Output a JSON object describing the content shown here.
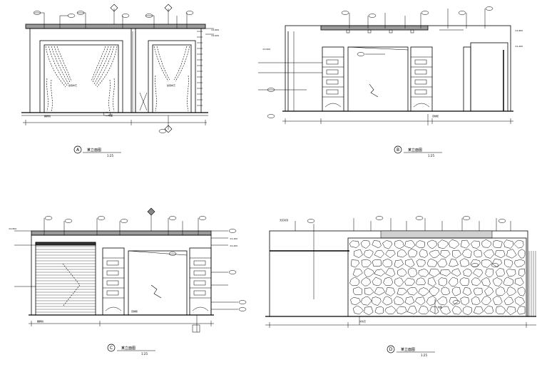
{
  "drawing": {
    "views": [
      {
        "id": "A",
        "title": "某立面图",
        "scale": "1:25"
      },
      {
        "id": "B",
        "title": "某立面图",
        "scale": "1:25"
      },
      {
        "id": "C",
        "title": "某立面图",
        "scale": "1:25"
      },
      {
        "id": "D",
        "title": "某立面图",
        "scale": "1:25"
      }
    ]
  }
}
